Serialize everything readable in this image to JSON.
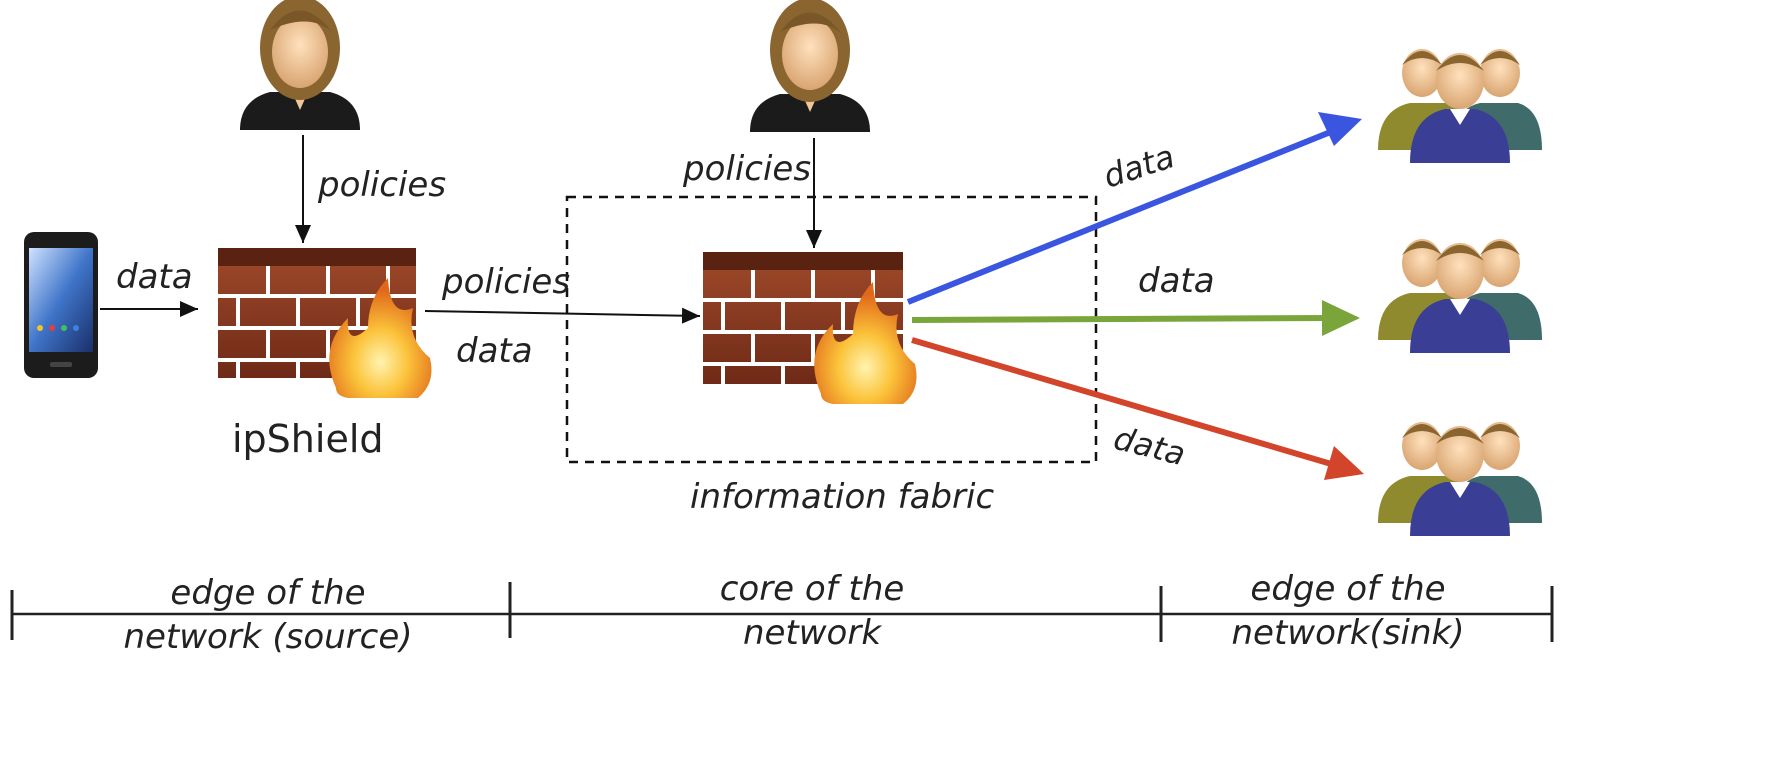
{
  "labels": {
    "policies_top_left": "policies",
    "policies_top_center": "policies",
    "data_phone": "data",
    "policies_mid": "policies",
    "data_mid": "data",
    "data_blue": "data",
    "data_green": "data",
    "data_red": "data",
    "ipshield": "ipShield",
    "information_fabric": "information fabric"
  },
  "scale": {
    "segment1_line1": "edge of the",
    "segment1_line2": "network (source)",
    "segment2_line1": "core of the",
    "segment2_line2": "network",
    "segment3_line1": "edge of the",
    "segment3_line2": "network(sink)"
  },
  "colors": {
    "arrow_blue": "#3a55e0",
    "arrow_green": "#7aa53a",
    "arrow_red": "#d2452a",
    "brick": "#8c3a22",
    "mortar": "#ffffff",
    "flame_outer": "#f3a21c",
    "flame_inner": "#fde07a",
    "person_skin": "#f1c79a",
    "person_hair": "#8a6530",
    "person_suit": "#1b1b1b",
    "group_blue": "#3a3f95",
    "group_olive": "#8f8a2e",
    "group_teal": "#3f6b6b"
  },
  "icons": {
    "phone": "smartphone-icon",
    "admin_left": "woman-admin-icon",
    "admin_center": "woman-admin-icon",
    "firewall_left": "firewall-icon",
    "firewall_center": "firewall-icon",
    "group_top": "user-group-icon",
    "group_middle": "user-group-icon",
    "group_bottom": "user-group-icon"
  }
}
